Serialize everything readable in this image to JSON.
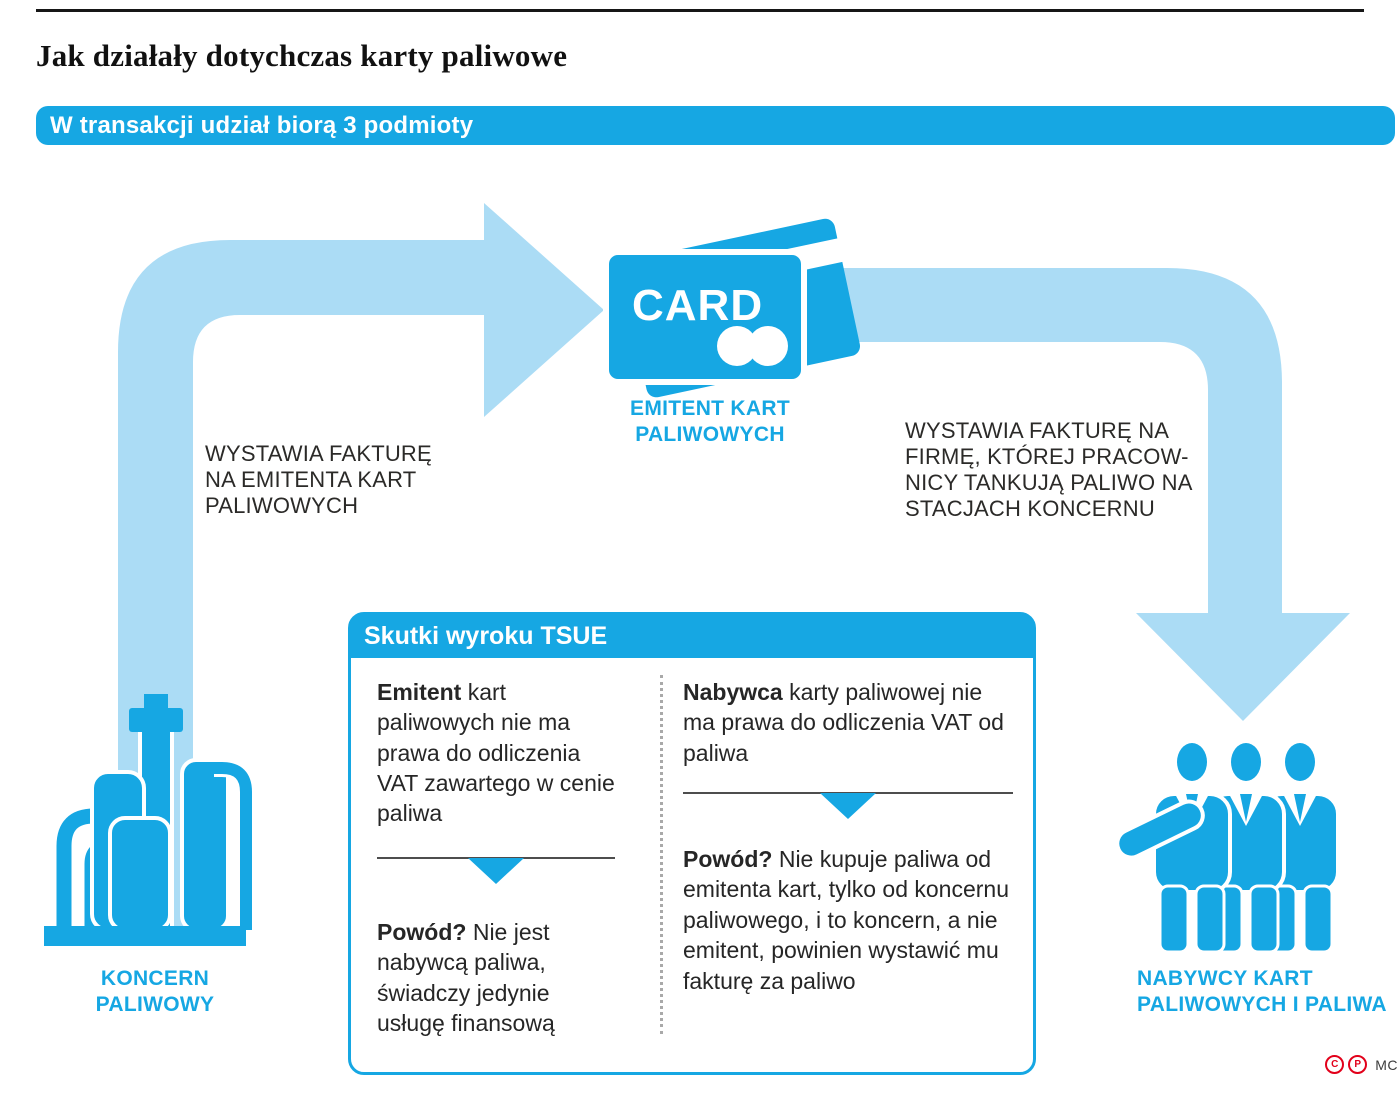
{
  "colors": {
    "primary": "#16a7e3",
    "arrow_light": "#abdcf5",
    "accent_red": "#e2001a",
    "ink": "#262626"
  },
  "page": {
    "title": "Jak działały dotychczas karty paliwowe"
  },
  "banner": {
    "label": "W transakcji udział biorą 3 podmioty"
  },
  "flow": {
    "card": {
      "text": "CARD",
      "label": "EMITENT KART\nPALIWOWYCH"
    },
    "left_arrow_caption": "WYSTAWIA FAKTURĘ\nNA EMITENTA KART\nPALIWOWYCH",
    "right_arrow_caption": "WYSTAWIA FAKTURĘ NA\nFIRMĘ, KTÓREJ PRACOW-\nNICY TANKUJĄ PALIWO NA\nSTACJACH KONCERNU",
    "producer_label": "KONCERN\nPALIWOWY",
    "buyers_label": "NABYWCY KART\nPALIWOWYCH I PALIWA"
  },
  "effects_box": {
    "title": "Skutki wyroku TSUE",
    "left_column": {
      "statement_lead": "Emitent",
      "statement_rest": " kart paliwowych nie ma prawa do odliczenia VAT zawartego w cenie paliwa",
      "reason_lead": "Powód?",
      "reason_rest": " Nie jest nabywcą paliwa, świadczy jedynie usługę finansową"
    },
    "right_column": {
      "statement_lead": "Nabywca",
      "statement_rest": " karty paliwowej nie ma prawa do odliczenia VAT od paliwa",
      "reason_lead": "Powód?",
      "reason_rest": " Nie kupuje paliwa od emitenta kart, tylko od koncernu paliwowego, i to koncern, a nie emitent, powinien wystawić mu fakturę za paliwo"
    }
  },
  "footer": {
    "copyright_letter": "C",
    "phonogram_letter": "P",
    "credit": "MC"
  }
}
